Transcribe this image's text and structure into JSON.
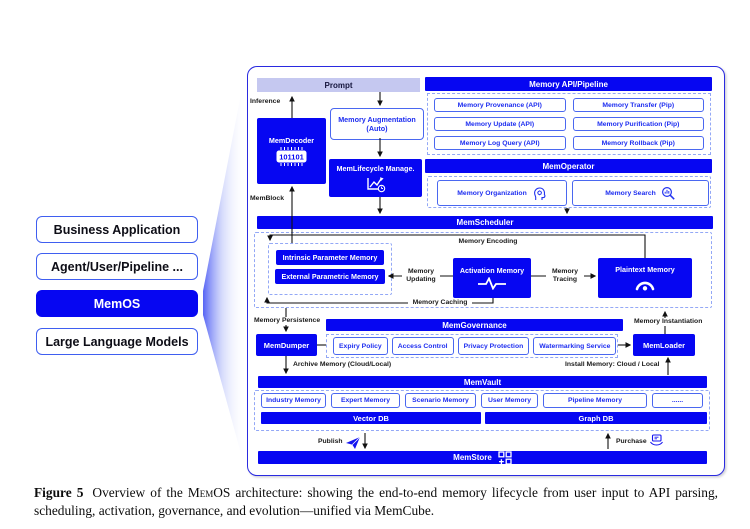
{
  "colors": {
    "primary_blue": "#0606f2",
    "prompt_bg": "#c5c8f0",
    "box_border_blue": "#4a67f0",
    "dashed_blue": "#93a8f6",
    "label_black": "#1a1a1a"
  },
  "sidebar": {
    "items": [
      {
        "label": "Business Application",
        "active": false
      },
      {
        "label": "Agent/User/Pipeline ...",
        "active": false
      },
      {
        "label": "MemOS",
        "active": true
      },
      {
        "label": "Large Language Models",
        "active": false
      }
    ]
  },
  "top": {
    "prompt": "Prompt",
    "inference": "Inference",
    "memblock": "MemBlock",
    "decoder": {
      "title": "MemDecoder",
      "chip": "101101"
    },
    "augmentation": {
      "line1": "Memory Augmentation",
      "line2": "(Auto)"
    },
    "lifecycle": "MemLifecycle Manage."
  },
  "api": {
    "title": "Memory API/Pipeline",
    "items": [
      "Memory Provenance  (API)",
      "Memory Transfer  (Pip)",
      "Memory Update  (API)",
      "Memory Purification  (Pip)",
      "Memory Log Query  (API)",
      "Memory Rollback  (Pip)"
    ]
  },
  "operator": {
    "title": "MemOperator",
    "organization": "Memory Organization",
    "search": "Memory Search"
  },
  "scheduler": {
    "title": "MemScheduler",
    "encoding": "Memory Encoding",
    "intrinsic": "Intrinsic Parameter Memory",
    "external": "External Parametric Memory",
    "activation": "Activation Memory",
    "plaintext": "Plaintext Memory",
    "updating1": "Memory",
    "updating2": "Updating",
    "tracing1": "Memory",
    "tracing2": "Tracing",
    "caching": "Memory Caching"
  },
  "governance": {
    "title": "MemGovernance",
    "persistence": "Memory Persistence",
    "instantiation": "Memory Instantiation",
    "dumper": "MemDumper",
    "loader": "MemLoader",
    "policies": [
      "Expiry Policy",
      "Access Control",
      "Privacy Protection",
      "Watermarking Service"
    ],
    "archive": "Archive Memory (Cloud/Local)",
    "install": "Install Memory: Cloud / Local"
  },
  "vault": {
    "title": "MemVault",
    "memories": [
      "Industry Memory",
      "Expert Memory",
      "Scenario Memory",
      "User Memory",
      "Pipeline Memory",
      "......"
    ],
    "vector": "Vector DB",
    "graph": "Graph DB"
  },
  "store": {
    "title": "MemStore",
    "publish": "Publish",
    "purchase": "Purchase"
  },
  "caption": {
    "label": "Figure 5",
    "before": "Overview of the ",
    "sc": "Mem",
    "os": "OS",
    "after": " architecture: showing the end-to-end memory lifecycle from user input to API parsing, scheduling, activation, governance, and evolution—unified via MemCube."
  }
}
